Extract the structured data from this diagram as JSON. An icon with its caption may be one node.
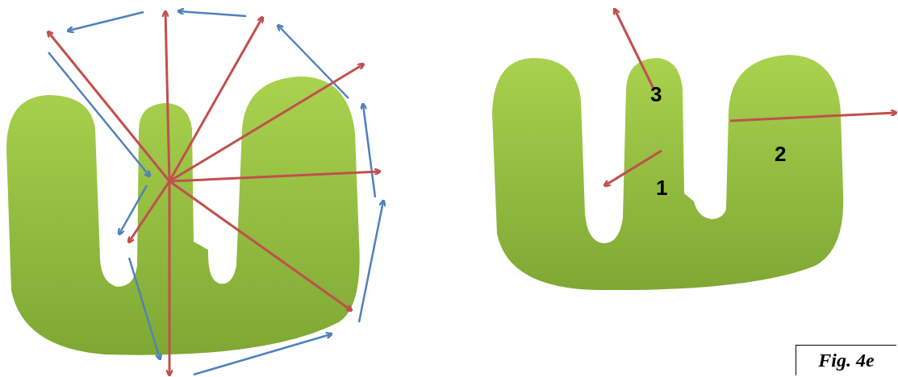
{
  "diagram": {
    "caption": "Fig. 4e",
    "labels": [
      "3",
      "2",
      "1"
    ]
  }
}
